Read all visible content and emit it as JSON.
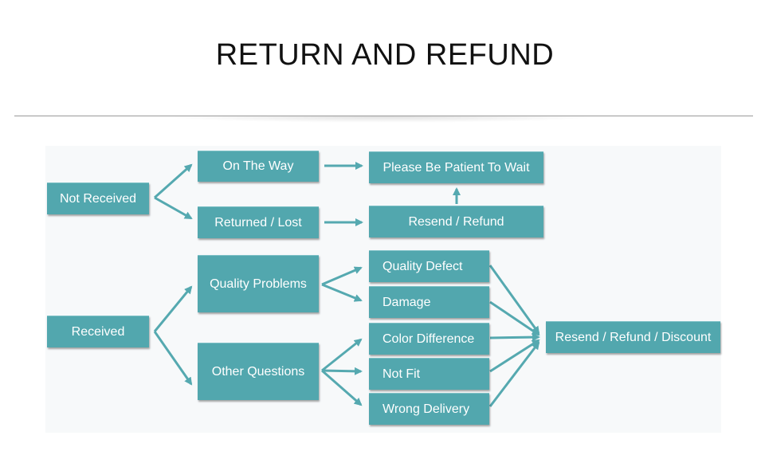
{
  "title": "RETURN AND REFUND",
  "colors": {
    "node": "#52a7ae",
    "arrow": "#55a9b0",
    "title": "#111111"
  },
  "nodes": {
    "not_received": "Not Received",
    "on_the_way": "On The Way",
    "returned_lost": "Returned / Lost",
    "please_wait": "Please Be Patient To Wait",
    "resend_refund": "Resend / Refund",
    "received": "Received",
    "quality_problems": "Quality Problems",
    "other_questions": "Other Questions",
    "quality_defect": "Quality Defect",
    "damage": "Damage",
    "color_difference": "Color Difference",
    "not_fit": "Not Fit",
    "wrong_delivery": "Wrong Delivery",
    "resend_refund_discount": "Resend / Refund / Discount"
  }
}
